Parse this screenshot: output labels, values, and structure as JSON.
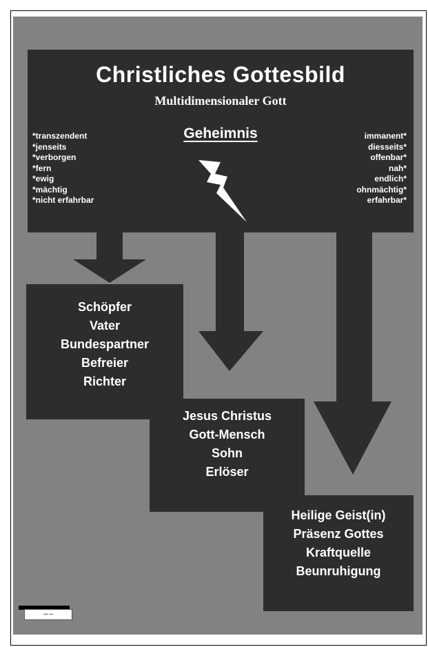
{
  "header": {
    "title": "Christliches Gottesbild",
    "subtitle": "Multidimensionaler Gott",
    "mystery": "Geheimnis"
  },
  "transcendent": {
    "items": [
      "*transzendent",
      "*jenseits",
      "*verborgen",
      "*fern",
      "*ewig",
      "*mächtig",
      "*nicht erfahrbar"
    ]
  },
  "immanent": {
    "items": [
      "immanent*",
      "diesseits*",
      "offenbar*",
      "nah*",
      "endlich*",
      "ohnmächtig*",
      "erfahrbar*"
    ]
  },
  "father": {
    "lines": [
      "Schöpfer",
      "Vater",
      "Bundespartner",
      "Befreier",
      "Richter"
    ]
  },
  "son": {
    "lines": [
      "Jesus Christus",
      "Gott-Mensch",
      "Sohn",
      "Erlöser"
    ]
  },
  "spirit": {
    "lines": [
      "Heilige Geist(in)",
      "Präsenz Gottes",
      "Kraftquelle",
      "Beunruhigung"
    ]
  },
  "logo": {
    "icon": "publisher-logo-icon"
  },
  "colors": {
    "background": "#828282",
    "box": "#2d2d2d",
    "text": "#ffffff"
  }
}
